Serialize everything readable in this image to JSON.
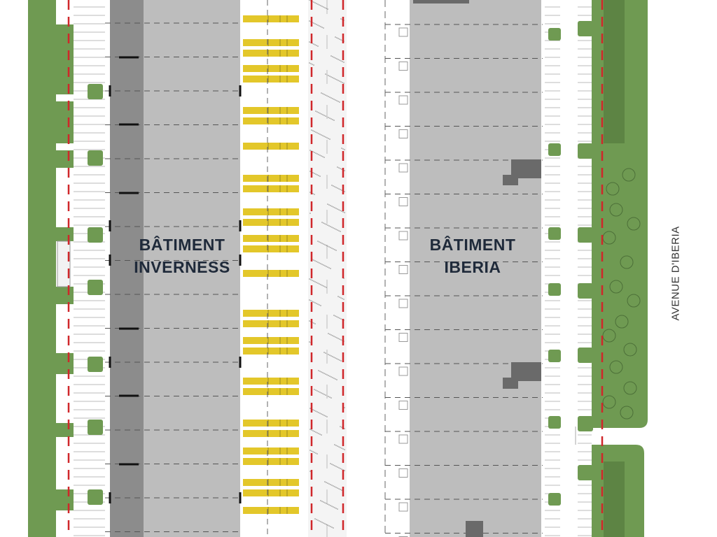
{
  "buildings": [
    {
      "line1": "BÂTIMENT",
      "line2": "INVERNESS"
    },
    {
      "line1": "BÂTIMENT",
      "line2": "IBERIA"
    }
  ],
  "street_label": "AVENUE D'IBERIA",
  "colors": {
    "landscape": "#6f9a52",
    "building": "#bdbdbd",
    "building_dark": "#8c8c8c",
    "annex": "#6a6a6a",
    "truck_parking": "#e3c72a",
    "property_line": "#d0272a"
  }
}
